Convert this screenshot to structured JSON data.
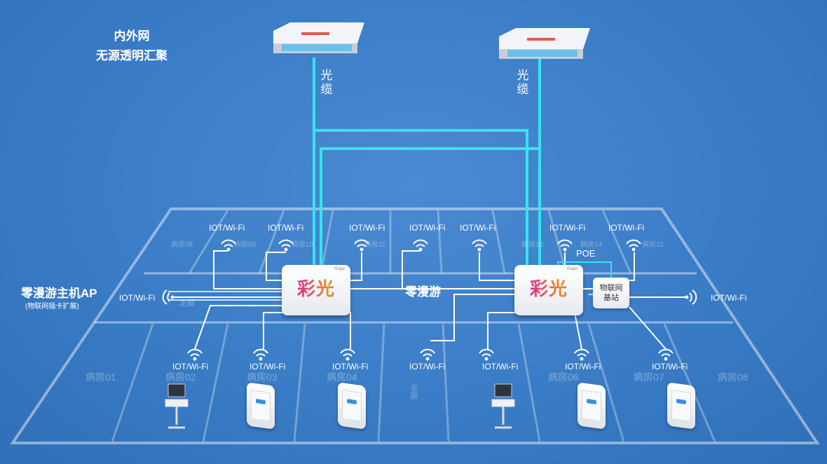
{
  "title": {
    "line1": "内外网",
    "line2": "无源透明汇聚"
  },
  "cable_label": "光缆",
  "ap_brand": "彩光",
  "ap_small_tag": "Ruijie",
  "roaming_label": "零漫游",
  "main_ap": {
    "title": "零漫游主机AP",
    "subtitle": "(物联网插卡扩展)"
  },
  "poe_label": "POE",
  "iot_station": {
    "line1": "物联网",
    "line2": "基站"
  },
  "wifi_label": "IOT/Wi-Fi",
  "rooms": [
    "病房01",
    "病房02",
    "病房03",
    "病房04",
    "病房06",
    "病房07",
    "病房08",
    "病房08",
    "病房09",
    "病房10",
    "病房11",
    "病房12",
    "病房14",
    "病房15"
  ],
  "corridor": "走廊",
  "colors": {
    "background": "#3a7cc6",
    "fiber": "#37e3f0",
    "line": "#ffffff",
    "floor": "rgba(255,255,255,0.4)"
  },
  "icons": [
    "optical-splitter-icon",
    "wifi-icon",
    "mobile-terminal-icon",
    "medical-cart-icon"
  ]
}
